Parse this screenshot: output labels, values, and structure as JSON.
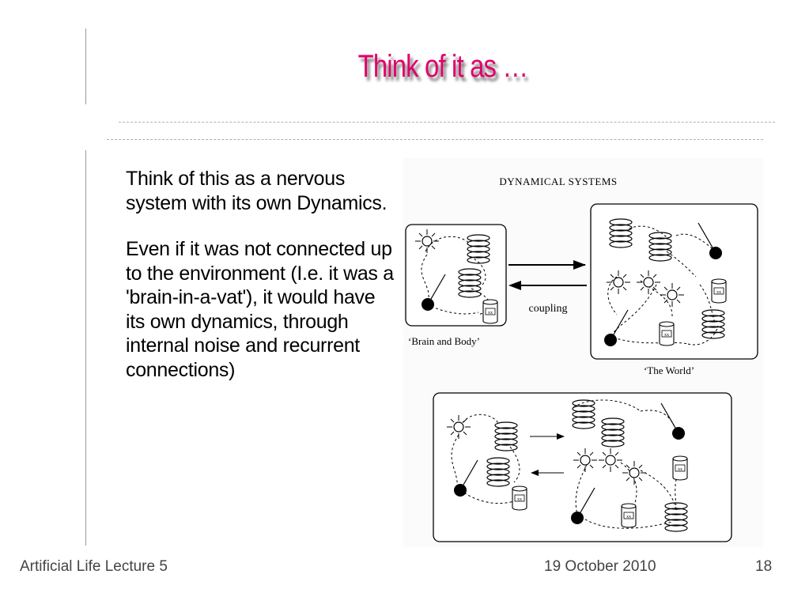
{
  "slide": {
    "title": "Think of it as …",
    "paragraphs": [
      "Think of this as a nervous system with its own Dynamics.",
      "Even if it was not connected up to the environment (I.e. it was a 'brain-in-a-vat'), it would have its own dynamics, through internal noise and recurrent connections)"
    ]
  },
  "diagram": {
    "heading": "DYNAMICAL SYSTEMS",
    "left_box_label": "‘Brain and Body’",
    "right_box_label": "‘The World’",
    "coupling_label": "coupling",
    "cylinder_label": "xx"
  },
  "footer": {
    "course": "Artificial Life Lecture 5",
    "date": "19 October 2010",
    "page": "18"
  },
  "colors": {
    "title": "#e0006a",
    "rule": "#b0b0b0"
  }
}
